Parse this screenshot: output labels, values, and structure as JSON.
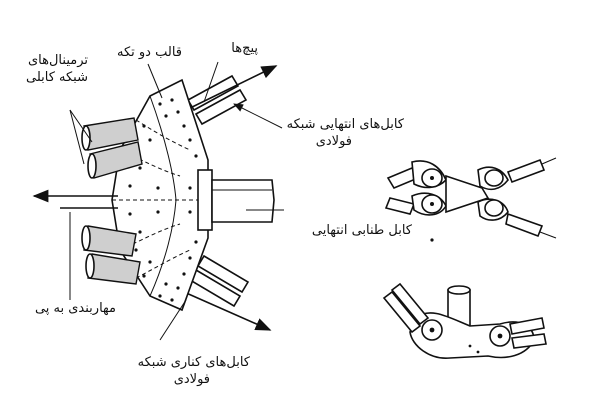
{
  "labels": {
    "cable_terminals": [
      "ترمینال‌های",
      "شبکه کابلی"
    ],
    "two_piece_mold": "قالب دو تکه",
    "bolts": "پیچ‌ها",
    "steel_mesh_end_cables": [
      "کابل‌های انتهایی شبکه",
      "فولادی"
    ],
    "end_cable_rope": "کابل طنابی انتهایی",
    "pile_bracing": "مهاربندی به پی",
    "steel_mesh_edge_cables": [
      "کابل‌های کناری شبکه",
      "فولادی"
    ]
  },
  "colors": {
    "ink": "#111111",
    "paper": "#ffffff",
    "shade": "#cfcfcf"
  }
}
